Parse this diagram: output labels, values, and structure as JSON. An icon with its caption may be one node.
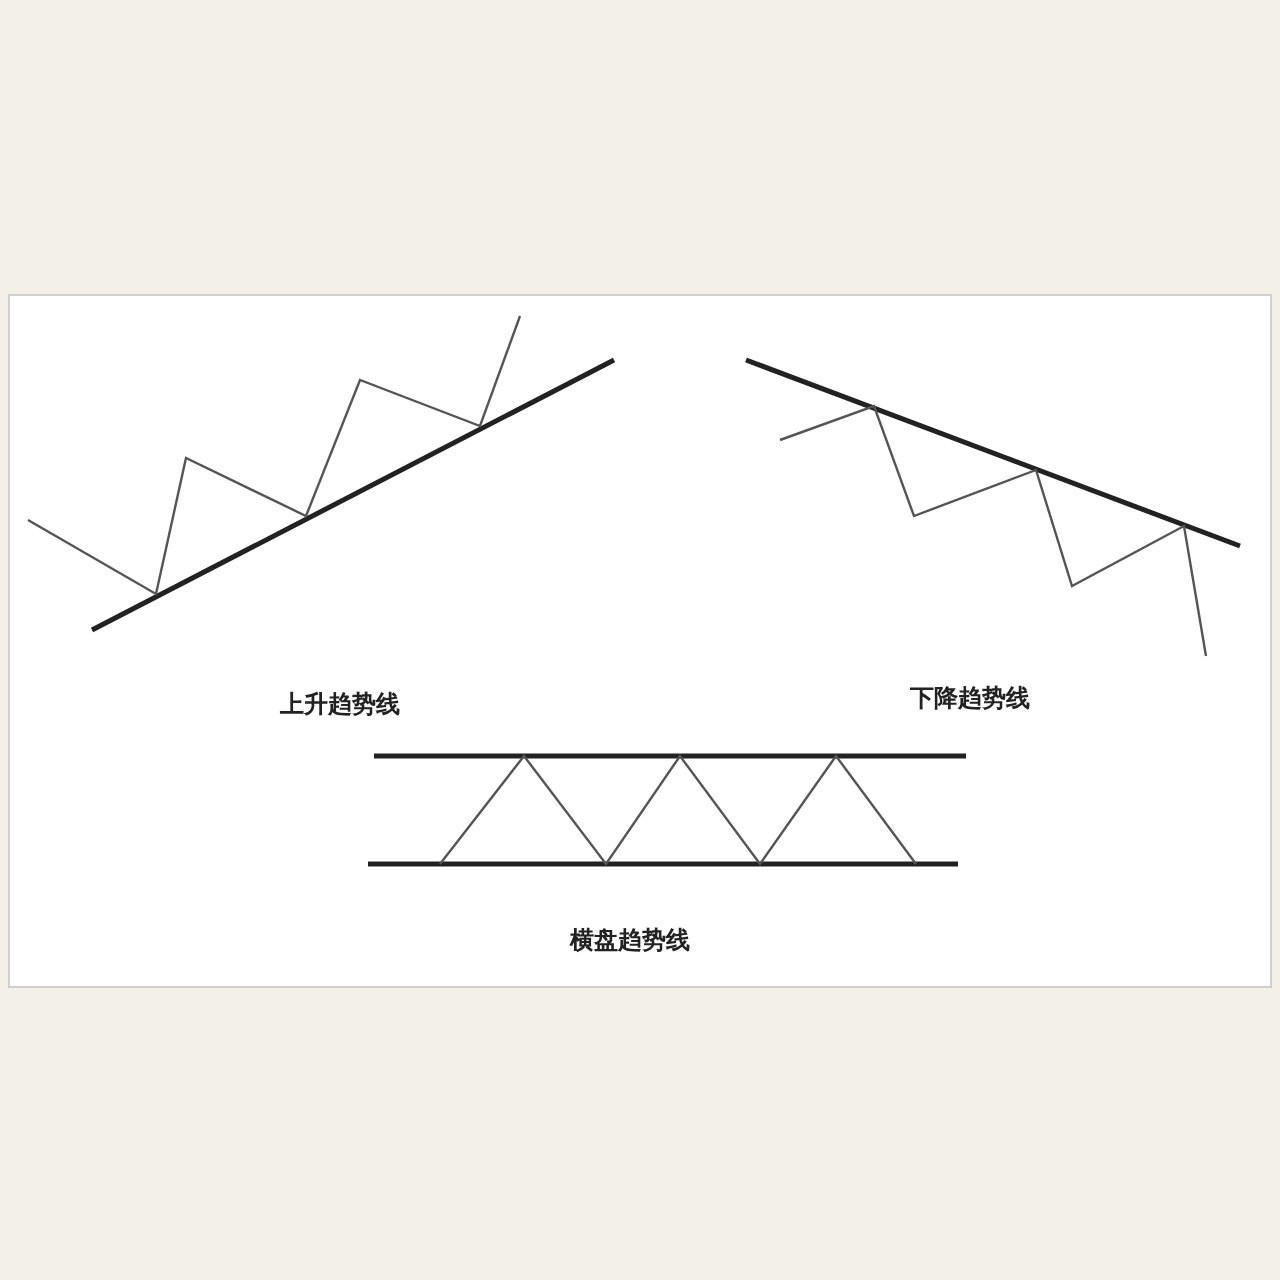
{
  "diagram": {
    "labels": [
      "上升趋势线",
      "下降趋势线",
      "横盘趋势线"
    ]
  }
}
